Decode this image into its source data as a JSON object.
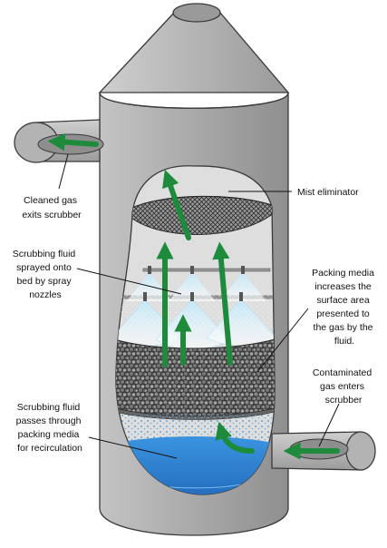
{
  "labels": {
    "cleaned_gas": [
      "Cleaned gas",
      "exits scrubber"
    ],
    "mist_eliminator": [
      "Mist eliminator"
    ],
    "spray": [
      "Scrubbing fluid",
      "sprayed onto",
      "bed by spray",
      "nozzles"
    ],
    "packing": [
      "Packing media",
      "increases the",
      "surface area",
      "presented to",
      "the gas by the",
      "fluid."
    ],
    "contaminated": [
      "Contaminated",
      "gas enters",
      "scrubber"
    ],
    "recirculation": [
      "Scrubbing fluid",
      "passes through",
      "packing media",
      "for recirculation"
    ]
  },
  "colors": {
    "shell": "#a6a6a6",
    "shell_outline": "#3a3a3a",
    "interior": "#dcdcdc",
    "packing_bed": "#4a4a4a",
    "liquid": "#2a7fd4",
    "spray": "#7cc8ee",
    "gas_arrow": "#1e8a3c"
  }
}
